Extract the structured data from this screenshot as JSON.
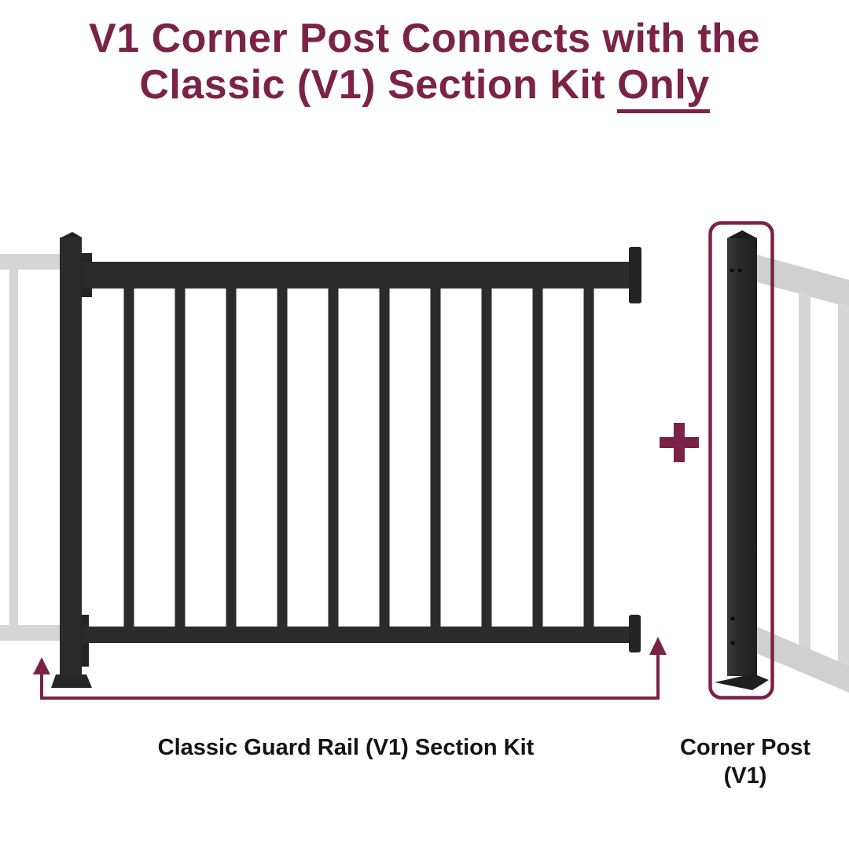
{
  "title": {
    "line1": "V1 Corner Post Connects with the",
    "line2_prefix": "Classic (V1) Section Kit ",
    "line2_underlined": "Only"
  },
  "labels": {
    "left_item": "Classic Guard Rail (V1) Section Kit",
    "right_item_line1": "Corner Post",
    "right_item_line2": "(V1)"
  },
  "plus": {
    "symbol": "+",
    "label": "plus"
  },
  "colors": {
    "accent_maroon": "#7b2347",
    "rail_black": "#2b2b2b",
    "ghost_gray": "#d3d3d3",
    "label_black": "#141414",
    "background": "#ffffff"
  }
}
